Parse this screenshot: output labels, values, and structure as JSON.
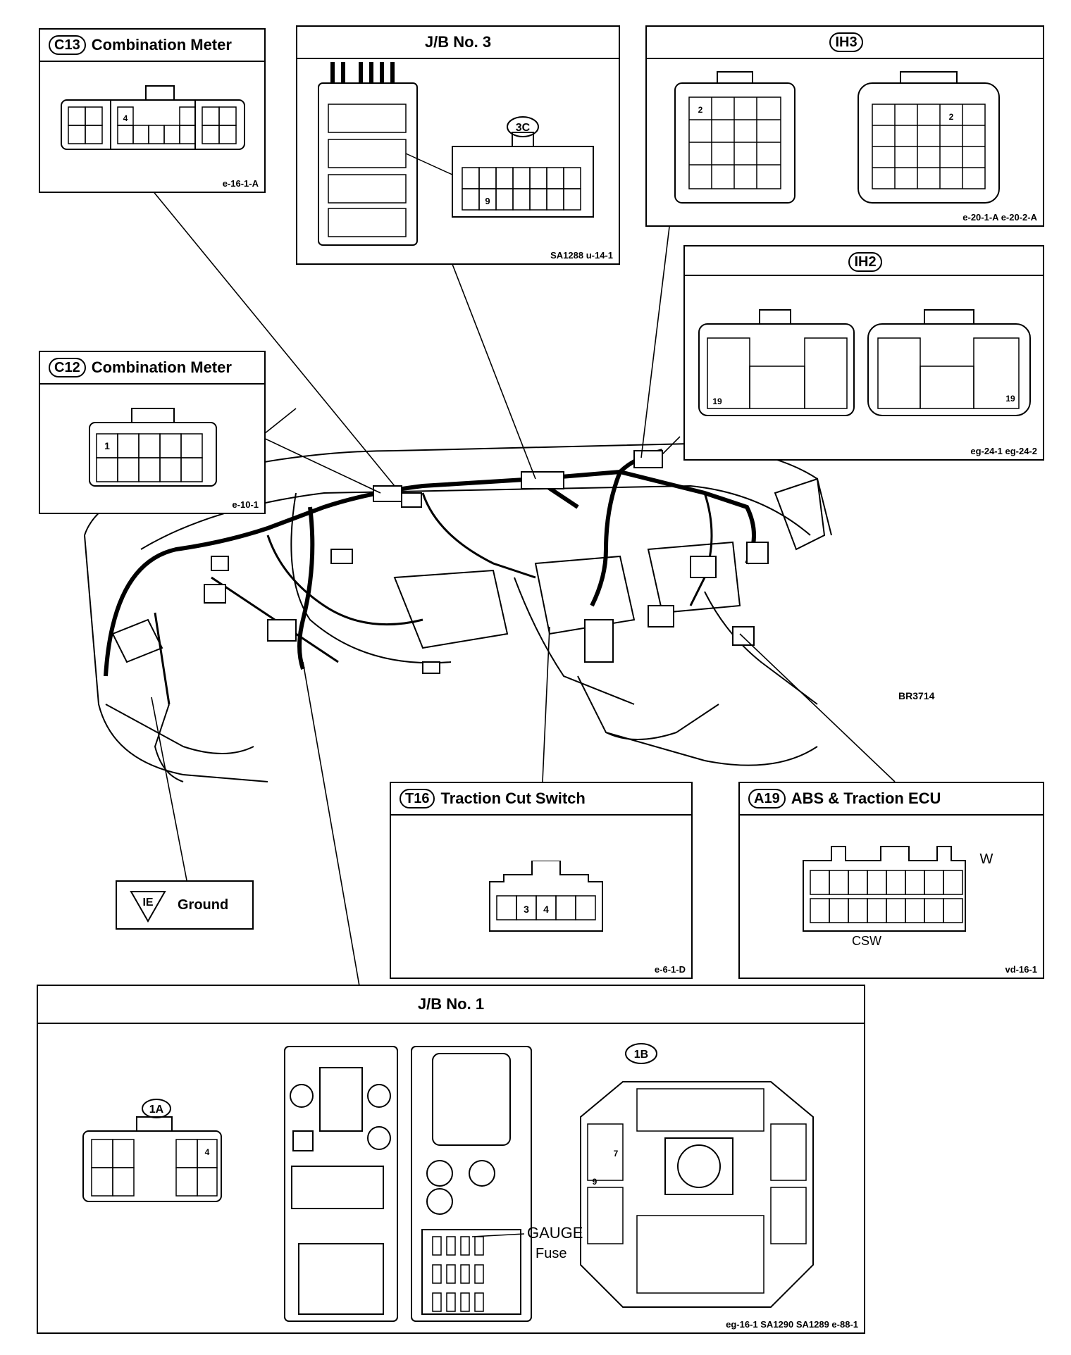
{
  "c13": {
    "id": "C13",
    "title": "Combination Meter",
    "pin": "4",
    "code": "e-16-1-A"
  },
  "jb3": {
    "title": "J/B No. 3",
    "conn": "3C",
    "pin": "9",
    "code": "SA1288  u-14-1"
  },
  "ih3": {
    "id": "IH3",
    "pin_left": "2",
    "pin_right": "2",
    "code": "e-20-1-A  e-20-2-A"
  },
  "ih2": {
    "id": "IH2",
    "pin_left": "19",
    "pin_right": "19",
    "code": "eg-24-1  eg-24-2"
  },
  "c12": {
    "id": "C12",
    "title": "Combination Meter",
    "pin": "1",
    "code": "e-10-1"
  },
  "body_code": "BR3714",
  "t16": {
    "id": "T16",
    "title": "Traction Cut Switch",
    "pin_a": "3",
    "pin_b": "4",
    "code": "e-6-1-D"
  },
  "a19": {
    "id": "A19",
    "title": "ABS & Traction ECU",
    "wire": "W",
    "terminal": "CSW",
    "code": "vd-16-1"
  },
  "ground": {
    "id": "IE",
    "label": "Ground"
  },
  "jb1": {
    "title": "J/B No. 1",
    "conn_a": "1A",
    "pin_a": "4",
    "conn_b": "1B",
    "pin_b1": "7",
    "pin_b2": "9",
    "fuse_name": "GAUGE",
    "fuse_word": "Fuse",
    "code": "eg-16-1  SA1290  SA1289  e-88-1"
  }
}
